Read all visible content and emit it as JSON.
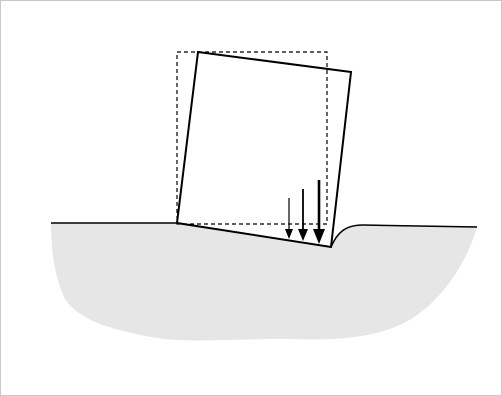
{
  "diagram": {
    "elements": [
      "ground-surface",
      "tilted-block",
      "original-block-outline",
      "arrow-small",
      "arrow-medium",
      "arrow-large",
      "soil-heave"
    ]
  },
  "colors": {
    "soil_fill": "#e6e6e6",
    "stroke": "#000000",
    "frame_border": "#c8c8c8",
    "background": "#ffffff"
  }
}
